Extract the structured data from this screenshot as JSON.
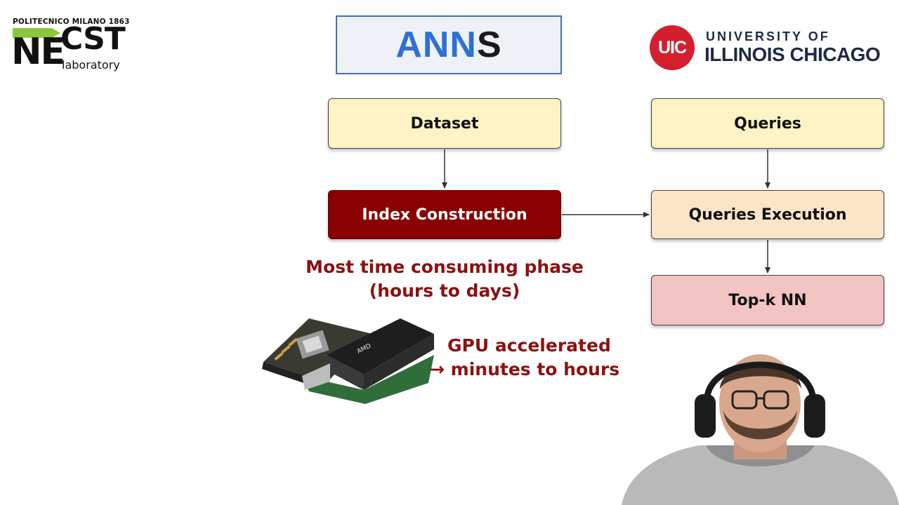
{
  "logo_left": {
    "top_line": "POLITECNICO MILANO 1863",
    "ne": "NE",
    "cst": "CST",
    "lab": "laboratory",
    "accent_color": "#8cc63f"
  },
  "title": {
    "blue_part": "ANN",
    "black_part": "S",
    "blue_color": "#2f6fd6"
  },
  "logo_right": {
    "badge": "UIC",
    "line1": "UNIVERSITY OF",
    "line2": "ILLINOIS CHICAGO",
    "badge_color": "#d41f2e"
  },
  "nodes": {
    "dataset": "Dataset",
    "queries": "Queries",
    "index": "Index Construction",
    "exec": "Queries Execution",
    "topk": "Top-k NN"
  },
  "notes": {
    "phase_line1": "Most time consuming phase",
    "phase_line2": "(hours to days)",
    "gpu_line1": "GPU accelerated",
    "gpu_line2": "→ minutes to hours",
    "accent_color": "#8b1111"
  },
  "colors": {
    "node_yellow": "#fdf3c4",
    "node_dark_red": "#8b0000",
    "node_peach": "#fbe5c8",
    "node_pink": "#f2c4c4"
  }
}
